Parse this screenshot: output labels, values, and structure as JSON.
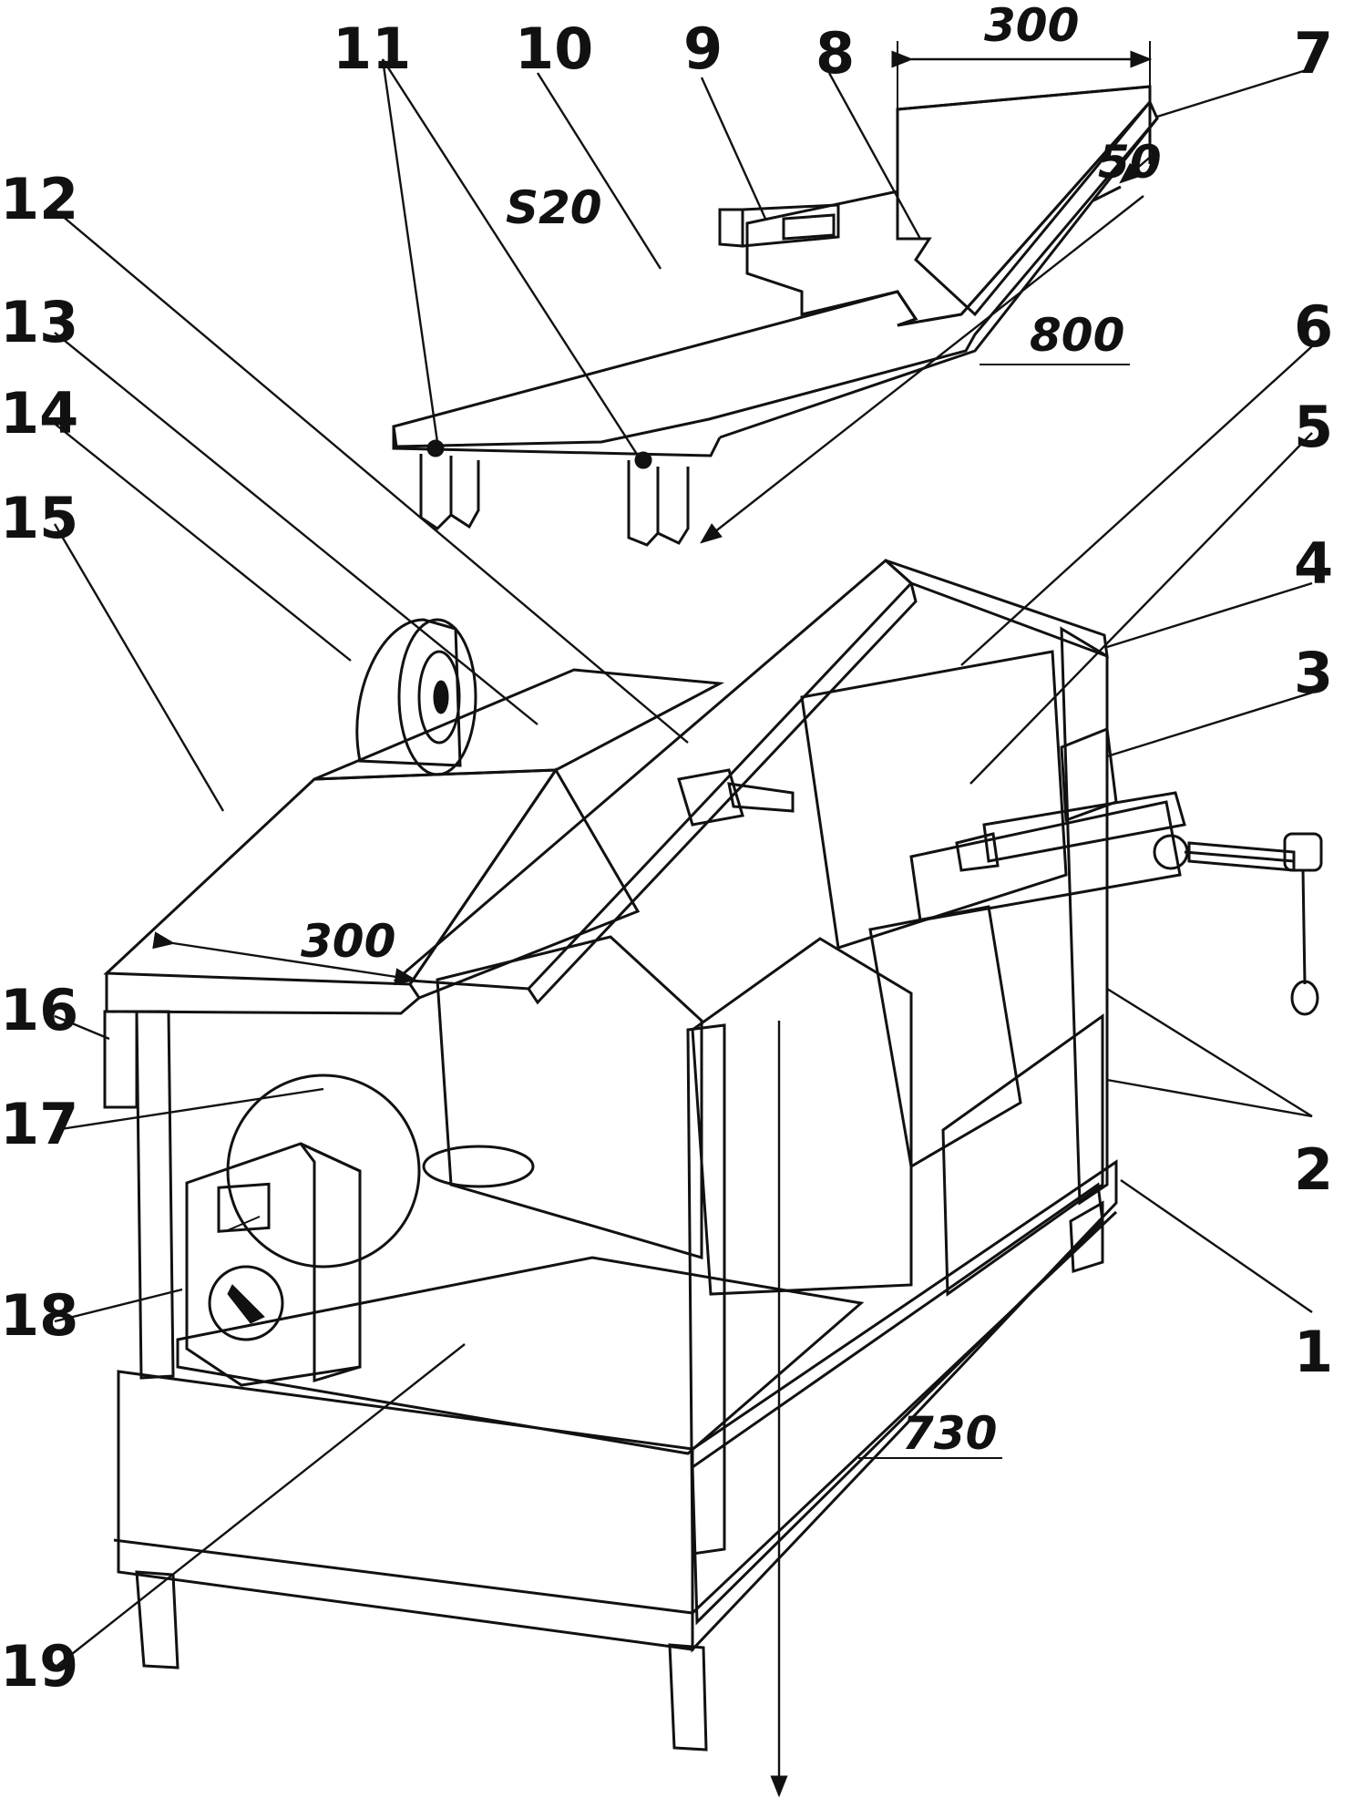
{
  "callouts": {
    "c1": "1",
    "c2": "2",
    "c3": "3",
    "c4": "4",
    "c5": "5",
    "c6": "6",
    "c7": "7",
    "c8": "8",
    "c9": "9",
    "c10": "10",
    "c11": "11",
    "c12": "12",
    "c13": "13",
    "c14": "14",
    "c15": "15",
    "c16": "16",
    "c17": "17",
    "c18": "18",
    "c19": "19"
  },
  "dimensions": {
    "top_width": "300",
    "top_small": "50",
    "top_length": "800",
    "thickness_mark": "S20",
    "table_width": "300",
    "base_length": "730"
  }
}
